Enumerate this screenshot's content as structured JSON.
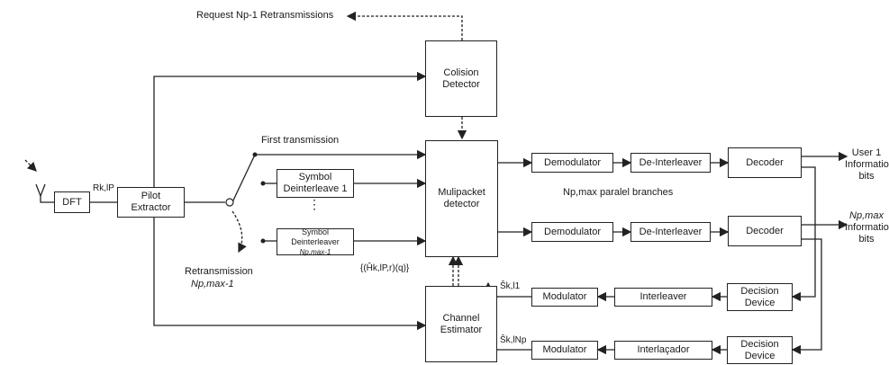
{
  "blocks": {
    "dft": "DFT",
    "pilot_extractor": [
      "Pilot",
      "Extractor"
    ],
    "collision_detector": [
      "Colision",
      "Detector"
    ],
    "multipacket_detector": [
      "Mulipacket",
      "detector"
    ],
    "symbol_deinterleave_1": [
      "Symbol",
      "Deinterleave 1"
    ],
    "symbol_deinterleaver_n": "Symbol Deinterleaver",
    "symbol_deinterleaver_n_sub": "Np,max-1",
    "channel_estimator": [
      "Channel",
      "Estimator"
    ],
    "demodulator_top": "Demodulator",
    "demodulator_bottom": "Demodulator",
    "deinterleaver_top": "De-Interleaver",
    "deinterleaver_bottom": "De-Interleaver",
    "decoder_top": "Decoder",
    "decoder_bottom": "Decoder",
    "modulator_top": "Modulator",
    "modulator_bottom": "Modulator",
    "interleaver": "Interleaver",
    "interlacador": "Interlaçador",
    "decision_device_top": [
      "Decision",
      "Device"
    ],
    "decision_device_bottom": [
      "Decision",
      "Device"
    ]
  },
  "labels": {
    "request": "Request Np-1 Retransmissions",
    "first_transmission": "First transmission",
    "retransmission": "Retransmission",
    "retransmission_n": "Np,max-1",
    "paralel": "Np,max paralel branches",
    "user1": [
      "User 1",
      "Information",
      "bits"
    ],
    "usern": [
      "Np,max",
      "Information",
      "bits"
    ],
    "rkl": "Rk,lP",
    "h_est": "{(Ĥk,lP,r)(q)}",
    "s1": "Ŝk,l1",
    "snp": "Ŝk,lNp",
    "dots": "⋮"
  }
}
